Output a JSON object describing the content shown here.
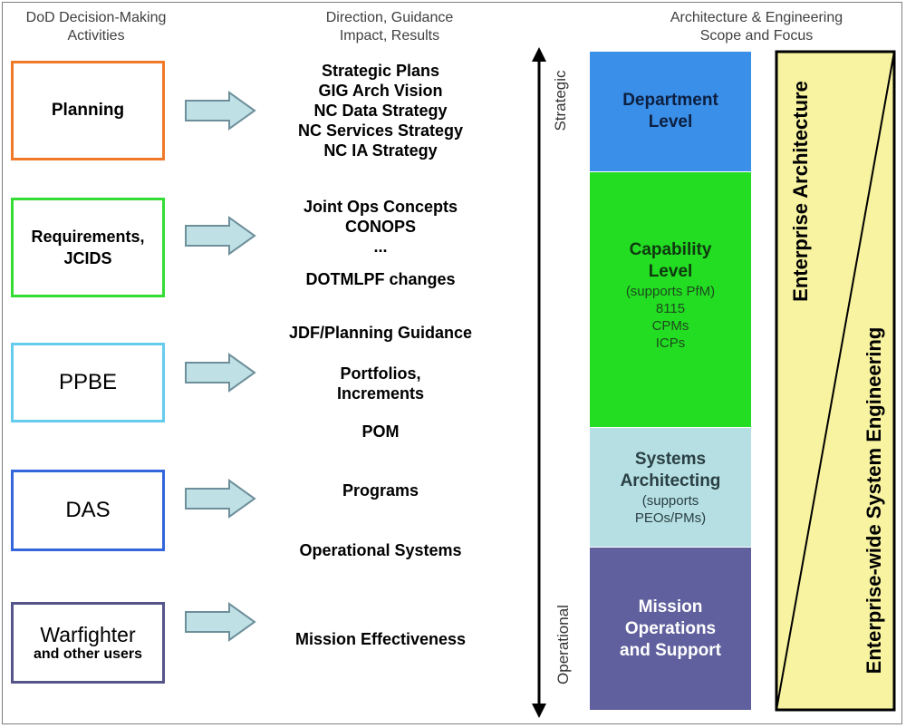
{
  "headers": {
    "activities": "DoD Decision-Making\nActivities",
    "direction": "Direction, Guidance\nImpact, Results",
    "architecture": "Architecture & Engineering\nScope and Focus"
  },
  "activities": [
    {
      "label": "Planning",
      "sub": "",
      "color": "#f07a2a"
    },
    {
      "label": "Requirements,\nJCIDS",
      "sub": "",
      "color": "#33dd33"
    },
    {
      "label": "PPBE",
      "sub": "",
      "color": "#66ccee"
    },
    {
      "label": "DAS",
      "sub": "",
      "color": "#3366dd"
    },
    {
      "label": "Warfighter",
      "sub": "and other users",
      "color": "#55558a"
    }
  ],
  "outputs": [
    "Strategic Plans\nGIG Arch Vision\nNC Data Strategy\nNC Services Strategy\nNC IA Strategy",
    "Joint Ops Concepts\nCONOPS\n...",
    "DOTMLPF changes",
    "JDF/Planning Guidance",
    "Portfolios,\nIncrements",
    "POM",
    "Programs",
    "Operational Systems",
    "Mission Effectiveness"
  ],
  "axis": {
    "top": "Strategic",
    "bottom": "Operational"
  },
  "levels": [
    {
      "title": "Department\nLevel",
      "sub": "",
      "color": "#3a8fe8"
    },
    {
      "title": "Capability\nLevel",
      "sub": "(supports PfM)\n8115\nCPMs\nICPs",
      "color": "#22dd22"
    },
    {
      "title": "Systems\nArchitecting",
      "sub": "(supports\nPEOs/PMs)",
      "color": "#b5dfe2"
    },
    {
      "title": "Mission\nOperations\nand Support",
      "sub": "",
      "color": "#60609e"
    }
  ],
  "enterprise": {
    "architecture": "Enterprise Architecture",
    "system_engineering": "Enterprise-wide System Engineering",
    "fill": "#f7f3a0"
  }
}
